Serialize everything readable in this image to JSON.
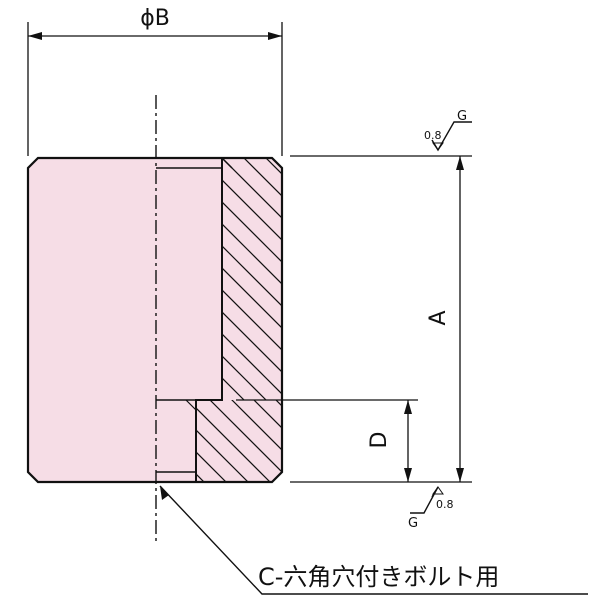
{
  "dimensions": {
    "phi_b": "ϕB",
    "a": "A",
    "d": "D"
  },
  "surface_finish": {
    "top": {
      "roughness": "0.8",
      "grade": "G"
    },
    "bottom": {
      "roughness": "0.8",
      "grade": "G"
    }
  },
  "callout": {
    "text": "C-六角穴付きボルト用"
  },
  "colors": {
    "part_fill": "#f6dde6",
    "outline": "#111111"
  }
}
